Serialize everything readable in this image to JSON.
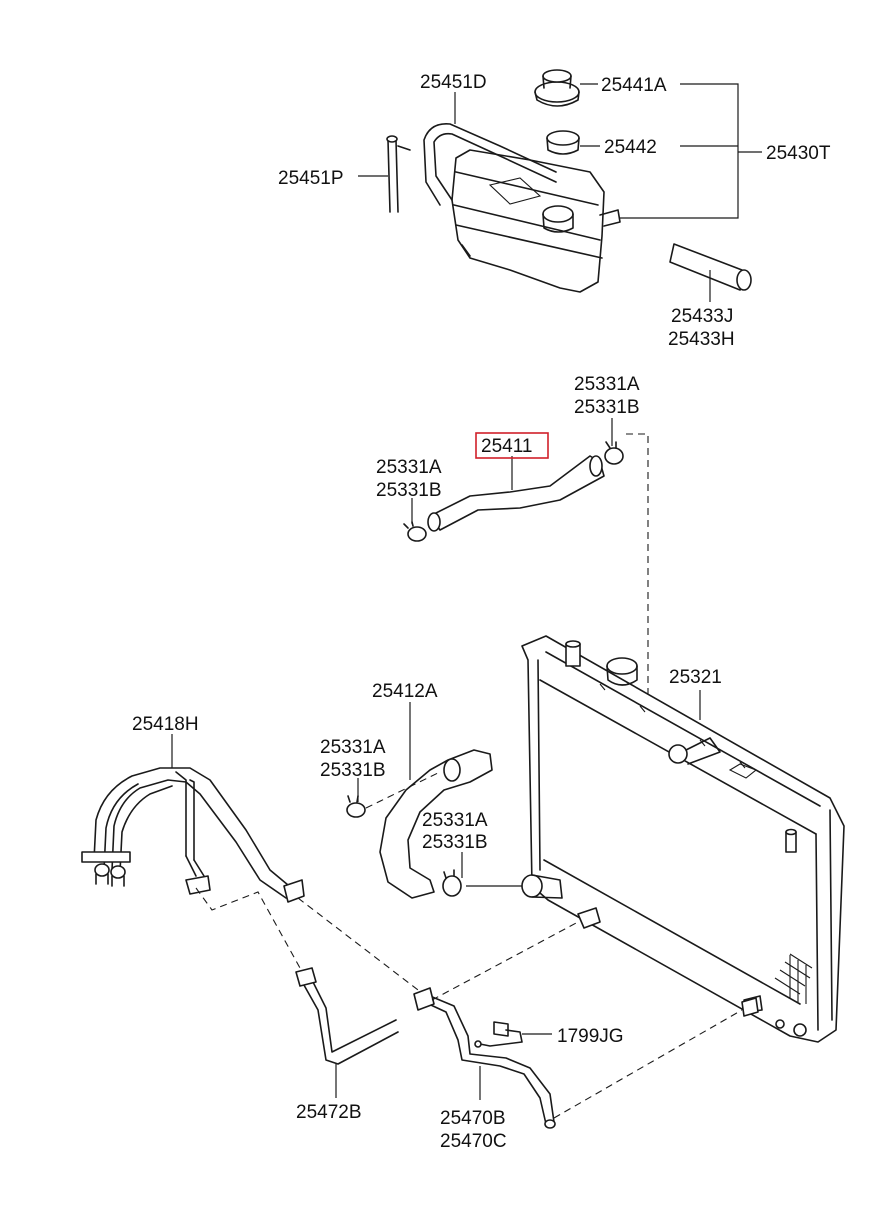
{
  "labels": {
    "l_25451D": "25451D",
    "l_25441A": "25441A",
    "l_25442": "25442",
    "l_25430T": "25430T",
    "l_25451P": "25451P",
    "l_25433J": "25433J",
    "l_25433H": "25433H",
    "l_25331A_1": "25331A",
    "l_25331B_1": "25331B",
    "l_25411": "25411",
    "l_25331A_2": "25331A",
    "l_25331B_2": "25331B",
    "l_25412A": "25412A",
    "l_25321": "25321",
    "l_25418H": "25418H",
    "l_25331A_3": "25331A",
    "l_25331B_3": "25331B",
    "l_25331A_4": "25331A",
    "l_25331B_4": "25331B",
    "l_1799JG": "1799JG",
    "l_25472B": "25472B",
    "l_25470B": "25470B",
    "l_25470C": "25470C"
  },
  "highlight": {
    "part": "25411",
    "color": "#d0202a"
  }
}
